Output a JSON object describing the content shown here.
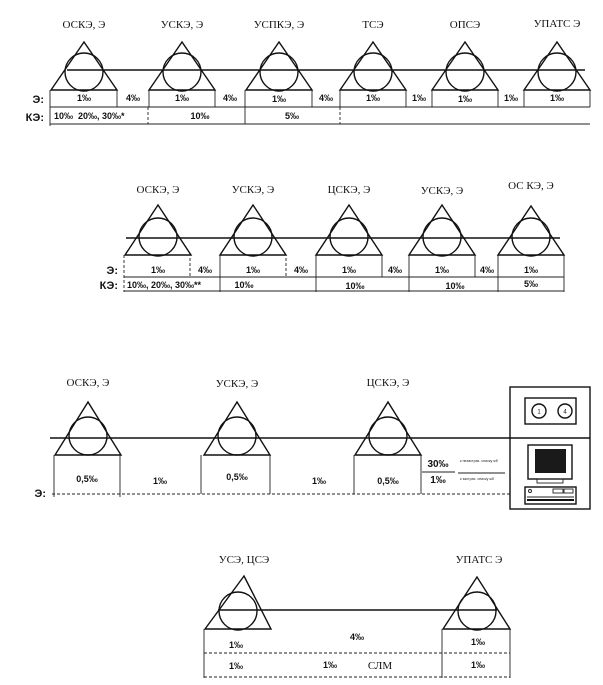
{
  "diagram1": {
    "nodes": [
      "ОСКЭ, Э",
      "УСКЭ, Э",
      "УСПКЭ, Э",
      "ТСЭ",
      "ОПСЭ",
      "УПАТС Э"
    ],
    "row_labels": {
      "e": "Э:",
      "ke": "КЭ:"
    },
    "e_node_values": [
      "1‰",
      "1‰",
      "1‰",
      "1‰",
      "1‰",
      "1‰"
    ],
    "e_link_values": [
      "4‰",
      "4‰",
      "4‰",
      "1‰",
      "1‰"
    ],
    "ke_values": [
      "10‰  20‰, 30‰*",
      "10‰",
      "5‰"
    ]
  },
  "diagram2": {
    "nodes": [
      "ОСКЭ, Э",
      "УСКЭ, Э",
      "ЦСКЭ, Э",
      "УСКЭ, Э",
      "ОС КЭ, Э"
    ],
    "row_labels": {
      "e": "Э:",
      "ke": "КЭ:"
    },
    "e_node_values": [
      "1‰",
      "1‰",
      "1‰",
      "1‰",
      "1‰"
    ],
    "e_link_values": [
      "4‰",
      "4‰",
      "4‰",
      "4‰"
    ],
    "ke_values": [
      "10‰, 20‰, 30‰**",
      "10‰",
      "10‰",
      "10‰",
      "5‰"
    ]
  },
  "diagram3": {
    "nodes": [
      "ОСКЭ, Э",
      "УСКЭ, Э",
      "ЦСКЭ, Э"
    ],
    "row_labels": {
      "e": "Э:"
    },
    "e_node_values": [
      "0,5‰",
      "0,5‰",
      "0,5‰"
    ],
    "e_link_values": [
      "1‰",
      "1‰"
    ],
    "terminal_values": [
      "30‰",
      "1‰"
    ],
    "terminal_notes": [
      "к незастрах. списку жб",
      "к застрах. списку жб"
    ],
    "terminal_icon": "computer-terminal-icon"
  },
  "diagram4": {
    "nodes": [
      "УСЭ, ЦСЭ",
      "УПАТС Э"
    ],
    "top_values": [
      "1‰",
      "4‰",
      "1‰"
    ],
    "bottom_values": [
      "1‰",
      "1‰",
      "СЛМ",
      "1‰"
    ]
  }
}
